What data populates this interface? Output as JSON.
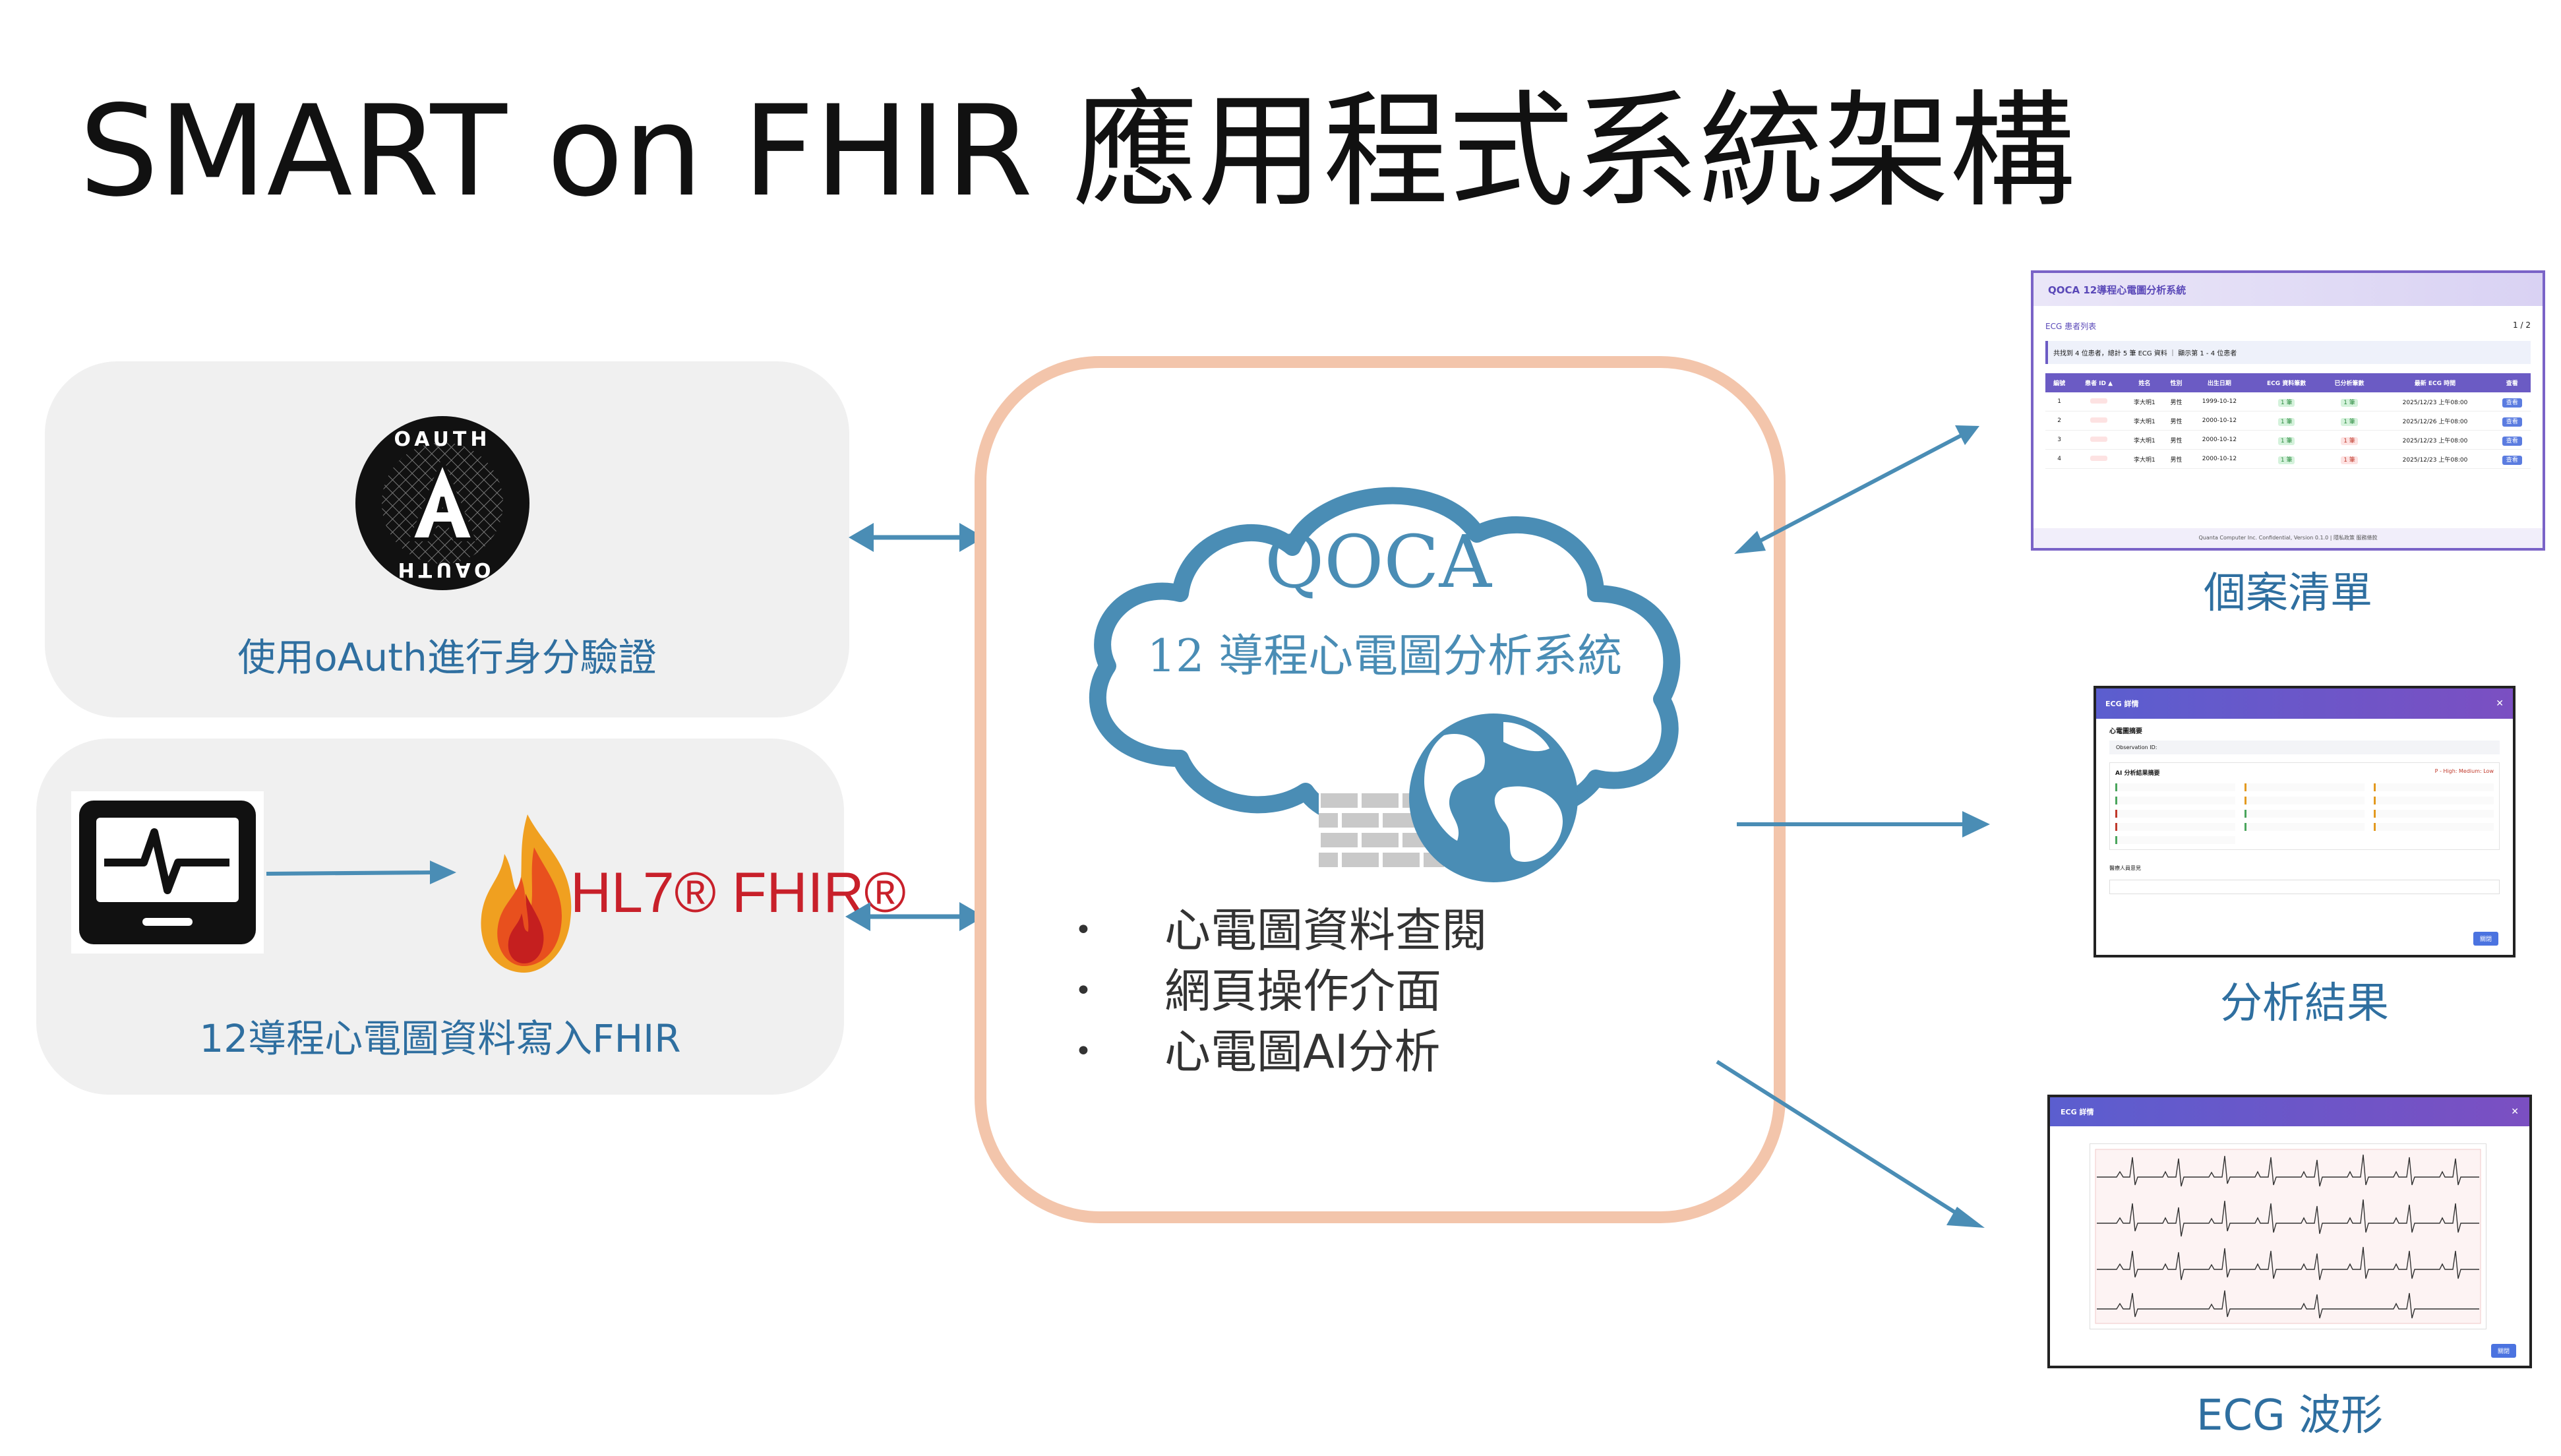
{
  "title": "SMART on FHIR 應用程式系統架構",
  "left": {
    "oauth_panel_label": "使用oAuth進行身分驗證",
    "oauth_logo_top": "OAUTH",
    "oauth_logo_bottom": "OAUTH",
    "fhir_panel_label": "12導程心電圖資料寫入FHIR",
    "hl7_logo": "HL7® FHIR®"
  },
  "center": {
    "cloud_title": "QOCA",
    "cloud_subtitle": "12 導程心電圖分析系統",
    "bullets": [
      "心電圖資料查閱",
      "網頁操作介面",
      "心電圖AI分析"
    ]
  },
  "right": {
    "captions": [
      "個案清單",
      "分析結果",
      "ECG 波形"
    ],
    "shot1": {
      "app_title": "QOCA 12導程心電圖分析系統",
      "list_title": "ECG 患者列表",
      "page_indicator": "1 / 2",
      "summary": "共找到 4 位患者，總計 5 筆 ECG 資料 ｜ 顯示第 1 - 4 位患者",
      "headers": [
        "編號",
        "患者 ID ▲",
        "姓名",
        "性別",
        "出生日期",
        "ECG 資料筆數",
        "已分析筆數",
        "最新 ECG 時間",
        "查看"
      ],
      "rows": [
        [
          "1",
          "",
          "李大明1",
          "男性",
          "1999-10-12",
          "1 筆",
          "1 筆",
          "2025/12/23 上午08:00",
          "查看"
        ],
        [
          "2",
          "",
          "李大明1",
          "男性",
          "2000-10-12",
          "1 筆",
          "1 筆",
          "2025/12/26 上午08:00",
          "查看"
        ],
        [
          "3",
          "",
          "李大明1",
          "男性",
          "2000-10-12",
          "1 筆",
          "1 筆",
          "2025/12/23 上午08:00",
          "查看"
        ],
        [
          "4",
          "",
          "李大明1",
          "男性",
          "2000-10-12",
          "1 筆",
          "1 筆",
          "2025/12/23 上午08:00",
          "查看"
        ]
      ],
      "footer": "Quanta Computer Inc. Confidential, Version 0.1.0 | 隱私政策 服務條款"
    },
    "shot2": {
      "header": "ECG 詳情",
      "section": "心電圖摘要",
      "obs": "Observation ID:",
      "ai_title": "AI 分析結果摘要",
      "legend": "P - High: Medium: Low",
      "comment": "醫療人員意見",
      "button": "關閉"
    },
    "shot3": {
      "header": "ECG 詳情",
      "button": "關閉"
    }
  },
  "colors": {
    "arrow": "#4a8db5",
    "core_border": "#f3c5ab",
    "panel_bg": "#f0f0f0",
    "label_blue": "#2f6fa0",
    "purple": "#6b5bc4"
  }
}
